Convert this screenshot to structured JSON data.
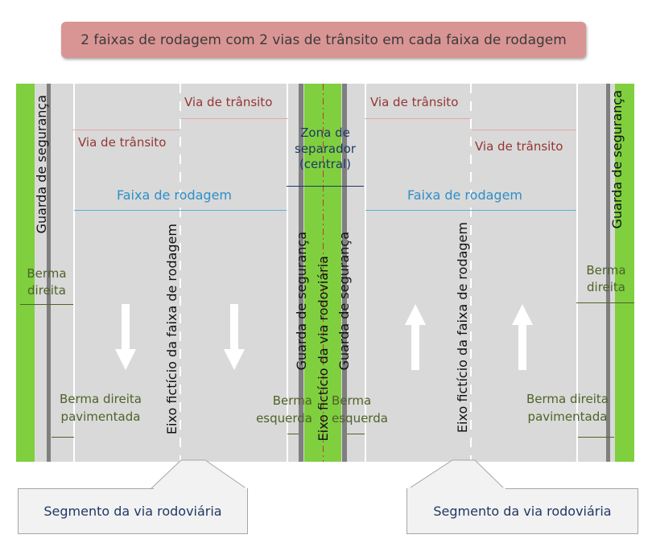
{
  "title": "2 faixas de rodagem com 2 vias de trânsito em cada faixa de rodagem",
  "labels": {
    "via_transito": "Via de trânsito",
    "faixa_rodagem": "Faixa de rodagem",
    "zona_separador": "Zona de separador (central)",
    "guarda_seguranca": "Guarda de segurança",
    "berma_direita": "Berma direita",
    "berma_direita_pavimentada": "Berma direita pavimentada",
    "berma_esquerda": "Berma esquerda",
    "eixo_ficticio_faixa": "Eixo fictício da faixa de rodagem",
    "eixo_ficticio_via": "Eixo fictício da via rodoviária",
    "segmento_via": "Segmento da via rodoviária"
  },
  "colors": {
    "title_box": "#d99594",
    "road": "#d9d9d9",
    "verge_green": "#7fcf3f",
    "guardrail": "#7f7f7f",
    "via_label": "#943634",
    "faixa_label": "#2e8fc8",
    "berma_label": "#4f6228",
    "separador_label": "#1f3864"
  },
  "arrows": {
    "left_carriageway": "down-arrow",
    "right_carriageway": "up-arrow"
  }
}
